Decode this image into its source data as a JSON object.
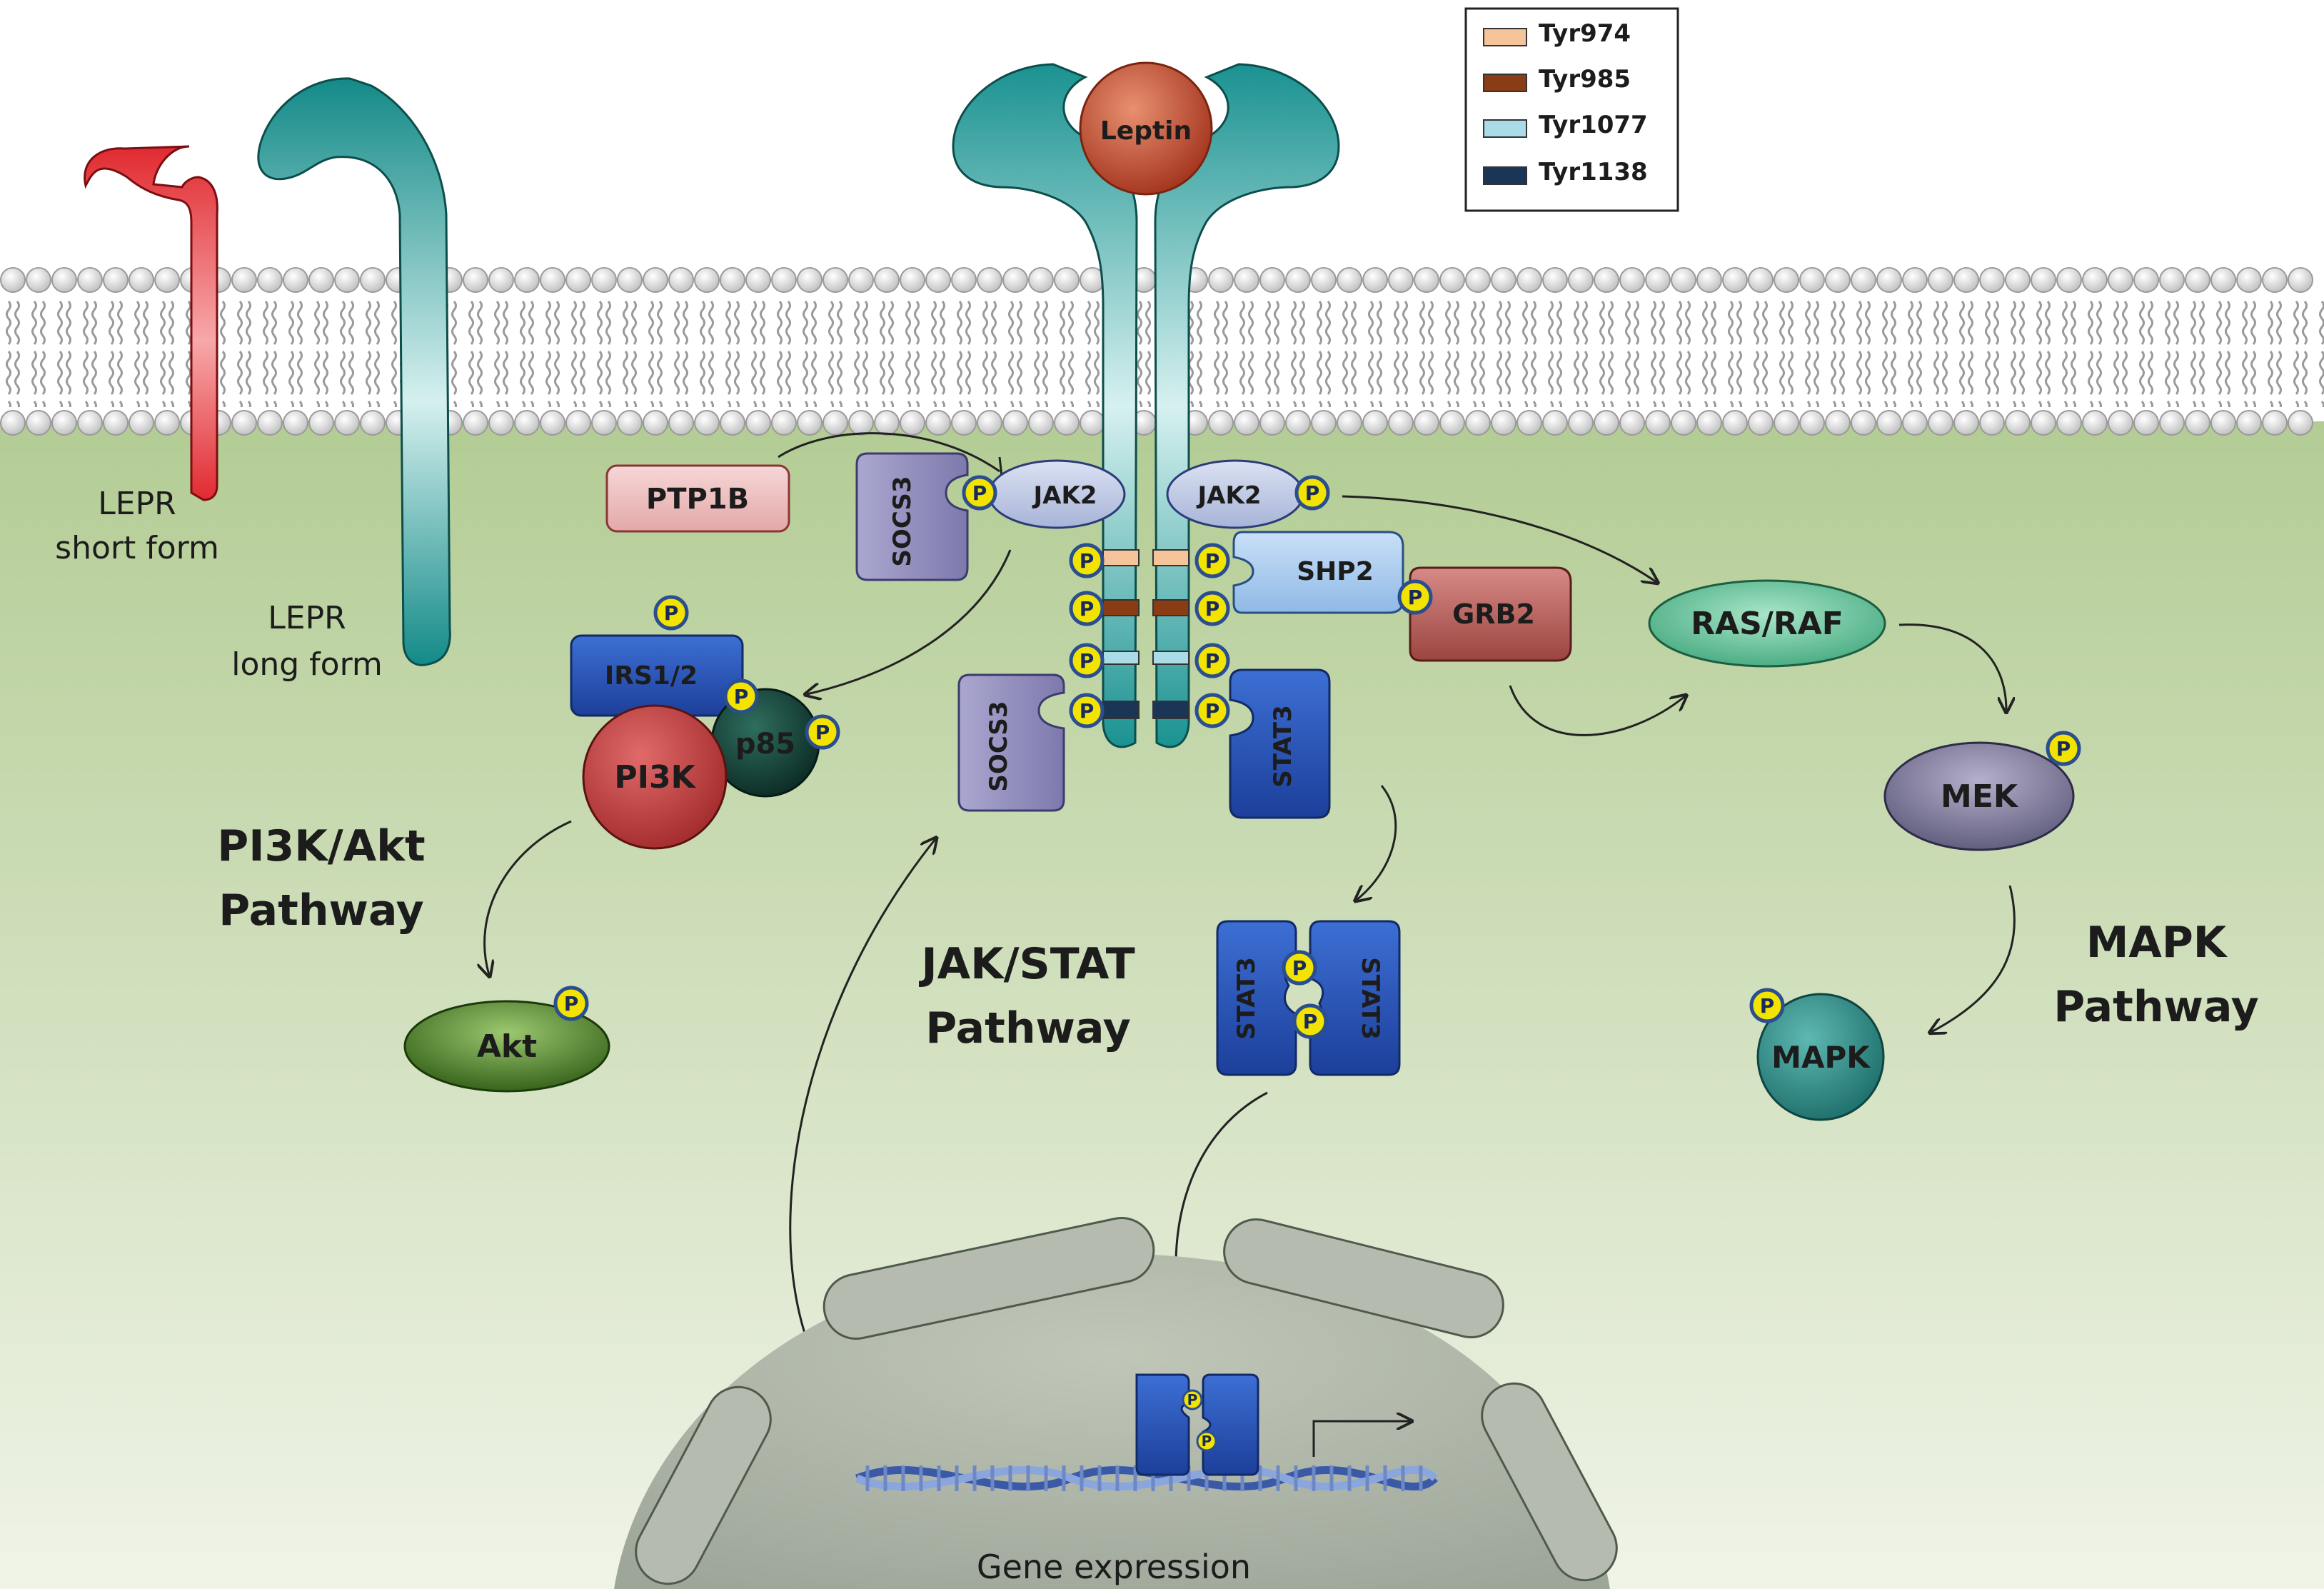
{
  "colors": {
    "short_form": "#e83a3c",
    "long_form": "#1a9291",
    "membrane": "#c8c8c8",
    "cytoplasm_top": "#b8cf9a",
    "cytoplasm_bottom": "#eef2e4",
    "phospho": "#f2e400",
    "phospho_ring": "#2b4e8f"
  },
  "legend": {
    "items": [
      {
        "label": "Tyr974",
        "color": "#f5c49a"
      },
      {
        "label": "Tyr985",
        "color": "#8a3c14"
      },
      {
        "label": "Tyr1077",
        "color": "#a9dce6"
      },
      {
        "label": "Tyr1138",
        "color": "#1a3556"
      }
    ]
  },
  "receptors": {
    "short_form": [
      "LEPR",
      "short form"
    ],
    "long_form": [
      "LEPR",
      "long form"
    ]
  },
  "ligand": "Leptin",
  "proteins": {
    "ptp1b": "PTP1B",
    "socs3_top": "SOCS3",
    "socs3_bottom": "SOCS3",
    "jak2_left": "JAK2",
    "jak2_right": "JAK2",
    "shp2": "SHP2",
    "grb2": "GRB2",
    "irs": "IRS1/2",
    "p85": "p85",
    "pi3k": "PI3K",
    "stat3": "STAT3",
    "stat3_dimer_left": "STAT3",
    "stat3_dimer_right": "STAT3",
    "ras_raf": "RAS/RAF",
    "mek": "MEK",
    "mapk": "MAPK",
    "akt": "Akt",
    "phospho": "P"
  },
  "pathways": {
    "pi3k": [
      "PI3K/Akt",
      "Pathway"
    ],
    "jak_stat": [
      "JAK/STAT",
      "Pathway"
    ],
    "mapk": [
      "MAPK",
      "Pathway"
    ]
  },
  "nucleus": {
    "label": "Gene expression"
  }
}
